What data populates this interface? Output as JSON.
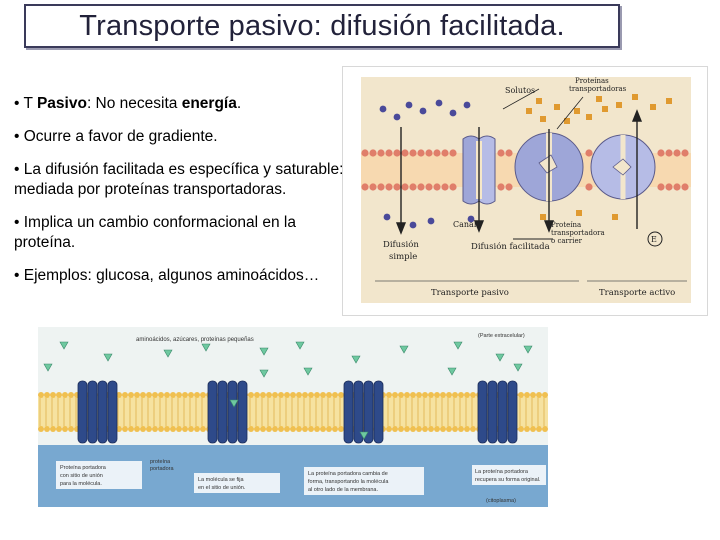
{
  "slide": {
    "title": "Transporte pasivo: difusión facilitada.",
    "bullets": [
      {
        "pre": "• T ",
        "b1": "Pasivo",
        "mid": ": No necesita ",
        "b2": "energía",
        "post": "."
      },
      {
        "text": "•  Ocurre a favor de gradiente."
      },
      {
        "text": "• La difusión facilitada es específica y saturable: mediada por proteínas transportadoras."
      },
      {
        "text": "• Implica un cambio conformacional en la proteína."
      },
      {
        "text": "• Ejemplos: glucosa, algunos aminoácidos…"
      }
    ]
  },
  "figure_top": {
    "labels": {
      "solutos": "Solutos",
      "proteinas": "Proteínas",
      "transportadoras": "transportadoras",
      "canal": "Canal",
      "proteina": "Proteína",
      "transportadora": "transportadora",
      "o_carrier": "o carrier",
      "difusion": "Difusión",
      "simple": "simple",
      "difusion_facilitada": "Difusión facilitada",
      "energia": "E",
      "transporte_pasivo": "Transporte pasivo",
      "transporte_activo": "Transporte activo"
    },
    "colors": {
      "panel": "#f2e6cc",
      "bilayer_head": "#e07e6a",
      "protein": "#9ea6d8",
      "solute_blue": "#4a4a9a",
      "solute_orange": "#e09a30"
    }
  },
  "figure_bottom": {
    "labels": {
      "top_tag": "aminoácidos, azúcares, proteínas pequeñas",
      "corner_tag": "(Parte extracelular)",
      "p1_a": "Proteína portadora",
      "p1_b": "con sitio de unión",
      "p1_c": "para la molécula.",
      "p1b_a": "proteína",
      "p1b_b": "portadora",
      "p2_a": "La molécula se fija",
      "p2_b": "en el sitio de unión.",
      "p3_a": "La proteína portadora cambia de",
      "p3_b": "forma, transportando la molécula",
      "p3_c": "al otro lado de la membrana.",
      "p4_a": "La proteína portadora",
      "p4_b": "recupera su forma original.",
      "credit": "(citoplasma)"
    },
    "colors": {
      "sky": "#eef3f2",
      "water": "#78a8d0",
      "lipid_head": "#f0c050",
      "protein": "#2e4a8a",
      "molecule": "#6ec8a0"
    }
  }
}
